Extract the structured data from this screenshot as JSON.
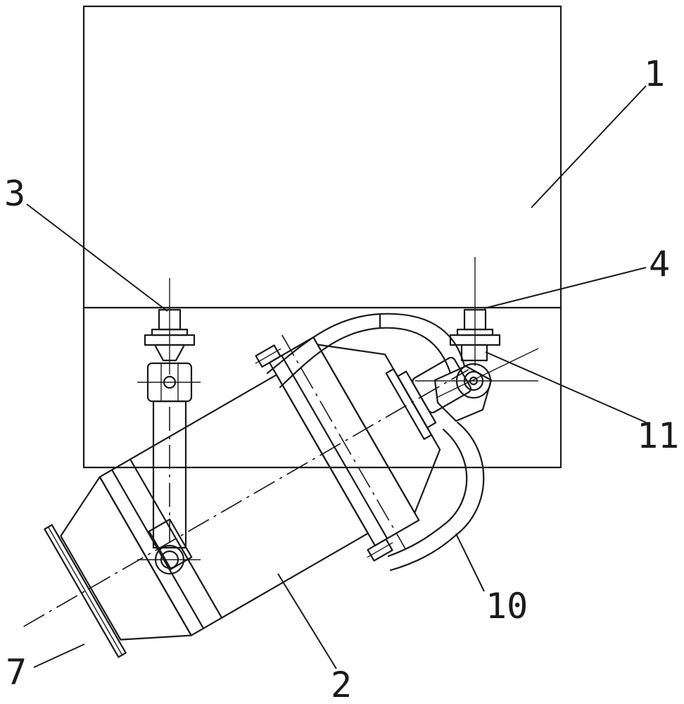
{
  "labels": {
    "part_1": "1",
    "part_2": "2",
    "part_3": "3",
    "part_4": "4",
    "part_7": "7",
    "part_10": "10",
    "part_11": "11"
  }
}
